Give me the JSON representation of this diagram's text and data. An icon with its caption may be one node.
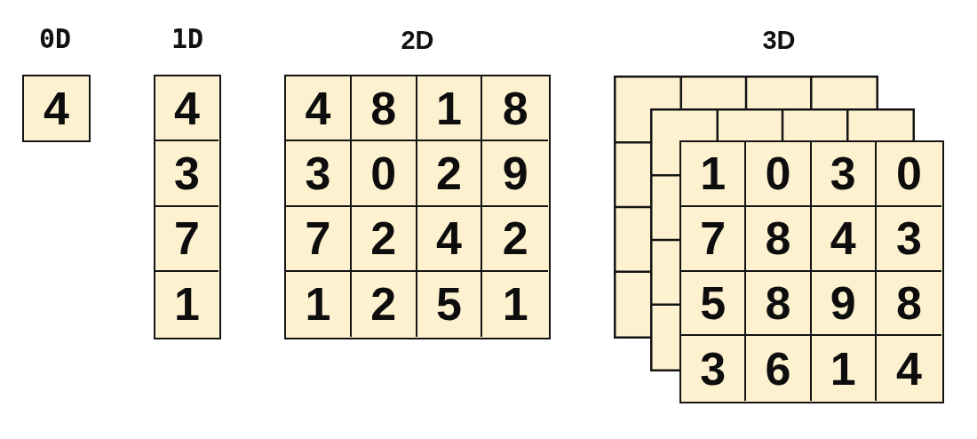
{
  "diagram": {
    "nodes": [
      {
        "text": [
          "4"
        ]
      },
      {
        "text": [],
        "shape": "box"
      },
      {
        "text": [
          "4"
        ],
        "in": 1
      },
      {
        "text": [
          "3"
        ],
        "in": 1
      },
      {
        "text": [
          "7"
        ],
        "in": 1
      },
      {
        "text": [
          "1"
        ],
        "in": 1
      },
      {
        "text": [],
        "shape": "box"
      },
      {
        "text": [
          "4"
        ],
        "in": 6
      },
      {
        "text": [
          "8"
        ],
        "in": 6
      },
      {
        "text": [
          "1"
        ],
        "in": 6
      },
      {
        "text": [
          "8"
        ],
        "in": 6
      },
      {
        "text": [
          "3"
        ],
        "in": 6
      },
      {
        "text": [
          "0"
        ],
        "in": 6
      },
      {
        "text": [
          "2"
        ],
        "in": 6
      },
      {
        "text": [
          "9"
        ],
        "in": 6
      },
      {
        "text": [
          "7"
        ],
        "in": 6
      },
      {
        "text": [
          "2"
        ],
        "in": 6
      },
      {
        "text": [
          "4"
        ],
        "in": 6
      },
      {
        "text": [
          "2"
        ],
        "in": 6
      },
      {
        "text": [
          "1"
        ],
        "in": 6
      },
      {
        "text": [
          "2"
        ],
        "in": 6
      },
      {
        "text": [
          "5"
        ],
        "in": 6
      },
      {
        "text": [
          "1"
        ],
        "in": 6
      },
      {
        "text": [],
        "shape": "box"
      },
      {
        "text": [
          "1"
        ],
        "in": 23
      },
      {
        "text": [
          "0"
        ],
        "in": 23
      },
      {
        "text": [
          "3"
        ],
        "in": 23
      },
      {
        "text": [
          "0"
        ],
        "in": 23
      },
      {
        "text": [
          "7"
        ],
        "in": 23
      },
      {
        "text": [
          "8"
        ],
        "in": 23
      },
      {
        "text": [
          "4"
        ],
        "in": 23
      },
      {
        "text": [
          "3"
        ],
        "in": 23
      },
      {
        "text": [
          "5"
        ],
        "in": 23
      },
      {
        "text": [
          "8"
        ],
        "in": 23
      },
      {
        "text": [
          "9"
        ],
        "in": 23
      },
      {
        "text": [
          "8"
        ],
        "in": 23
      },
      {
        "text": [
          "3"
        ],
        "in": 23
      },
      {
        "text": [
          "6"
        ],
        "in": 23
      },
      {
        "text": [
          "1"
        ],
        "in": 23
      },
      {
        "text": [
          "4"
        ],
        "in": 23
      }
    ],
    "labels": [
      "0D",
      "1D",
      "2D",
      "3D"
    ]
  }
}
